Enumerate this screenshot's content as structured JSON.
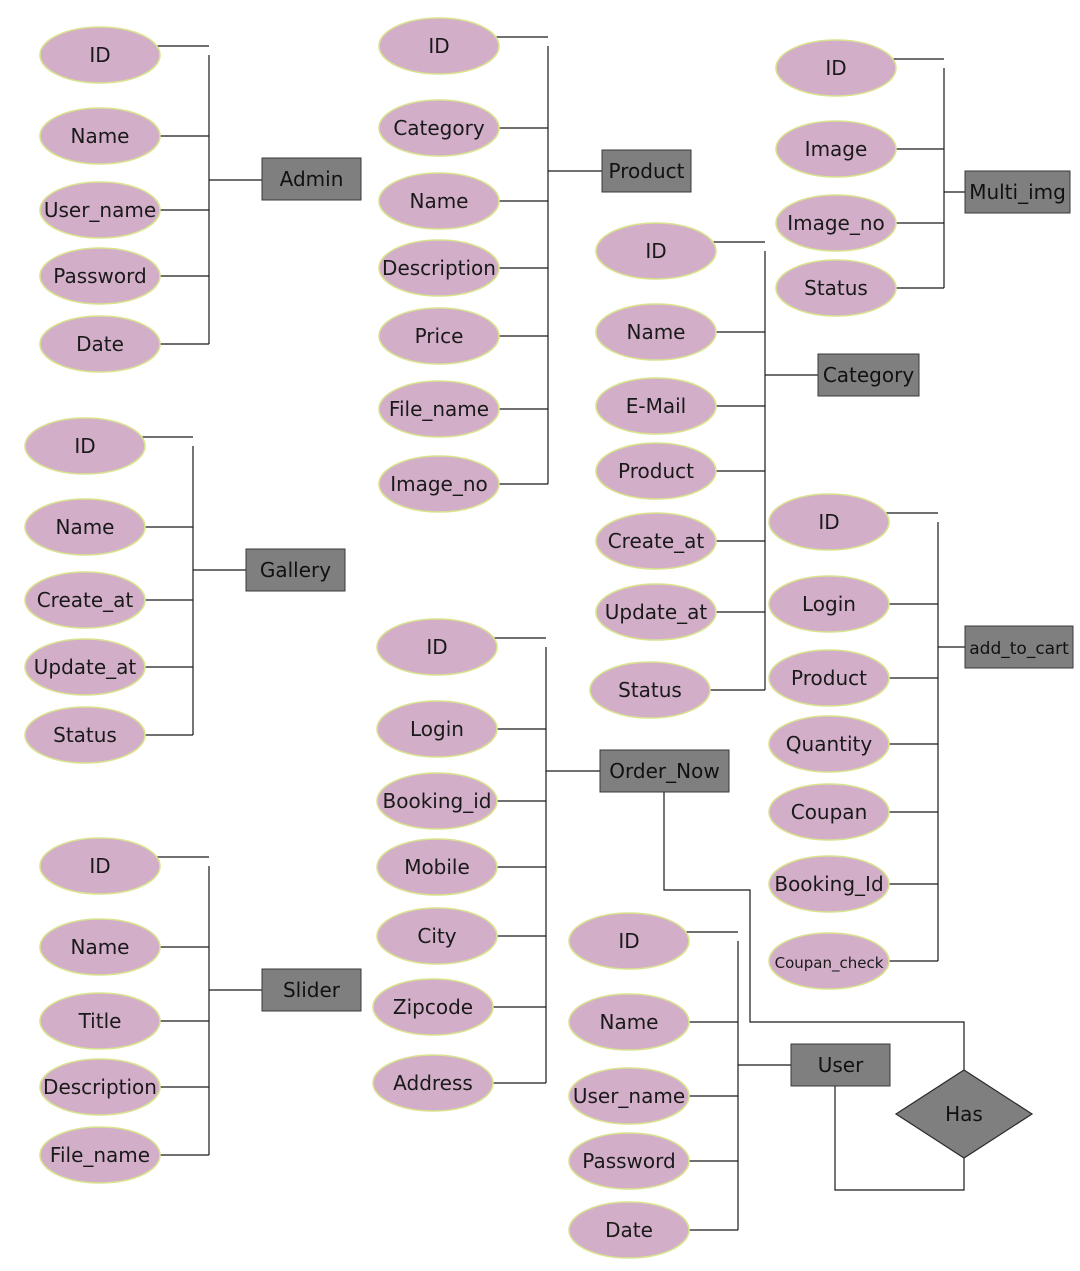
{
  "colors": {
    "attribute_fill": "#d2aec8",
    "attribute_stroke": "#d9e28e",
    "entity_fill": "#7f7f7f",
    "line": "#1a1a1a"
  },
  "entities": {
    "admin": {
      "name": "Admin",
      "attributes": [
        "ID",
        "Name",
        "User_name",
        "Password",
        "Date"
      ]
    },
    "product": {
      "name": "Product",
      "attributes": [
        "ID",
        "Category",
        "Name",
        "Description",
        "Price",
        "File_name",
        "Image_no"
      ]
    },
    "multi_img": {
      "name": "Multi_img",
      "attributes": [
        "ID",
        "Image",
        "Image_no",
        "Status"
      ]
    },
    "category": {
      "name": "Category",
      "attributes": [
        "ID",
        "Name",
        "E-Mail",
        "Product",
        "Create_at",
        "Update_at",
        "Status"
      ]
    },
    "gallery": {
      "name": "Gallery",
      "attributes": [
        "ID",
        "Name",
        "Create_at",
        "Update_at",
        "Status"
      ]
    },
    "add_to_cart": {
      "name": "add_to_cart",
      "attributes": [
        "ID",
        "Login",
        "Product",
        "Quantity",
        "Coupan",
        "Booking_Id",
        "Coupan_check"
      ]
    },
    "order_now": {
      "name": "Order_Now",
      "attributes": [
        "ID",
        "Login",
        "Booking_id",
        "Mobile",
        "City",
        "Zipcode",
        "Address"
      ]
    },
    "slider": {
      "name": "Slider",
      "attributes": [
        "ID",
        "Name",
        "Title",
        "Description",
        "File_name"
      ]
    },
    "user": {
      "name": "User",
      "attributes": [
        "ID",
        "Name",
        "User_name",
        "Password",
        "Date"
      ]
    }
  },
  "relationships": {
    "has": {
      "label": "Has",
      "connects": [
        "Order_Now",
        "User"
      ]
    }
  }
}
